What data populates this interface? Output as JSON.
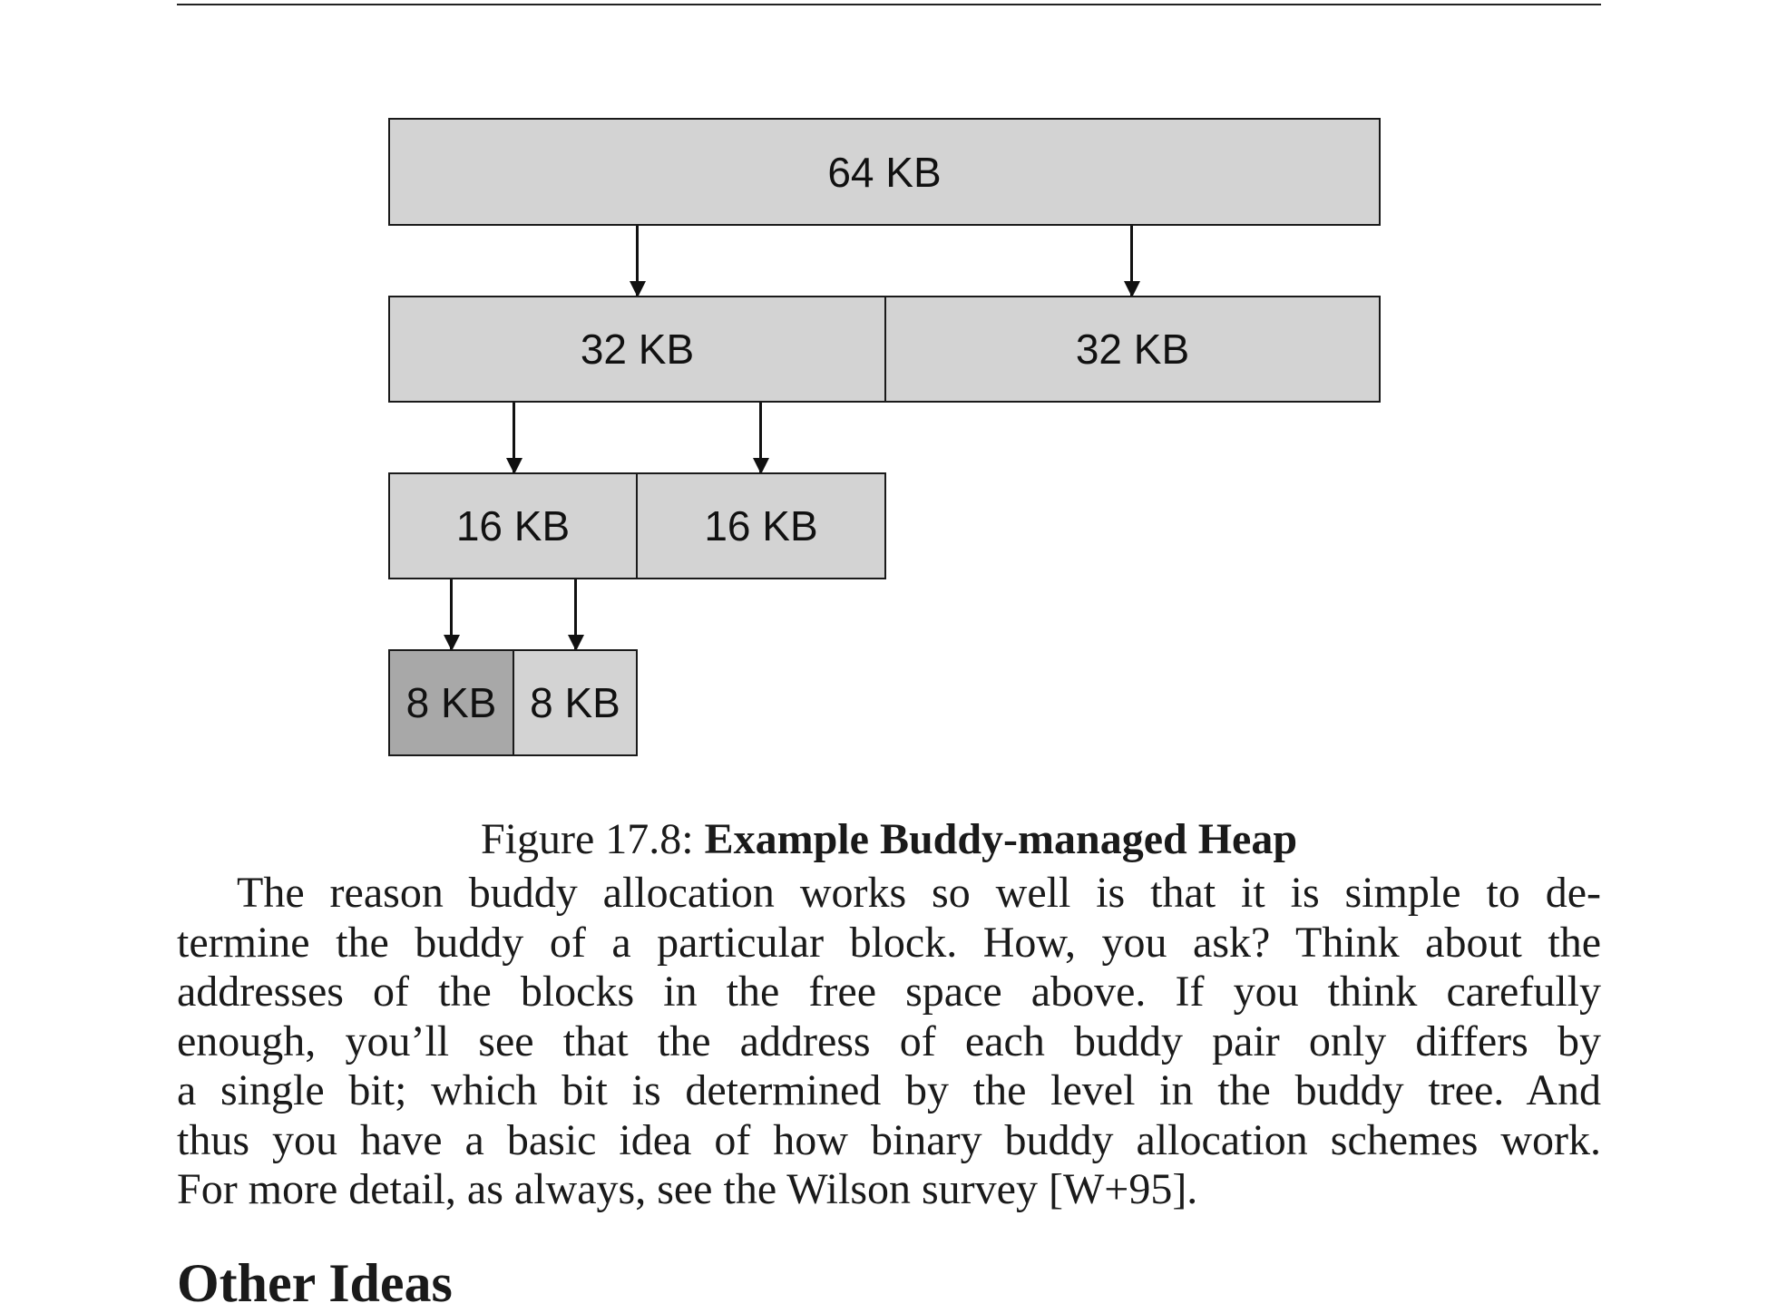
{
  "diagram": {
    "level1": {
      "block": "64 KB"
    },
    "level2": {
      "left": "32 KB",
      "right": "32 KB"
    },
    "level3": {
      "left": "16 KB",
      "right": "16 KB"
    },
    "level4": {
      "left": "8 KB",
      "right": "8 KB"
    }
  },
  "caption": {
    "prefix": "Figure 17.8: ",
    "title": "Example Buddy-managed Heap"
  },
  "paragraph": {
    "lines": [
      "The reason buddy allocation works so well is that it is simple to de-",
      "termine the buddy of a particular block. How, you ask? Think about the",
      "addresses of the blocks in the free space above.  If you think carefully",
      "enough, you’ll see that the address of each buddy pair only differs by",
      "a single bit; which bit is determined by the level in the buddy tree.  And",
      "thus you have a basic idea of how binary buddy allocation schemes work.",
      "For more detail, as always, see the Wilson survey [W+95]."
    ]
  },
  "next_heading": "Other Ideas"
}
